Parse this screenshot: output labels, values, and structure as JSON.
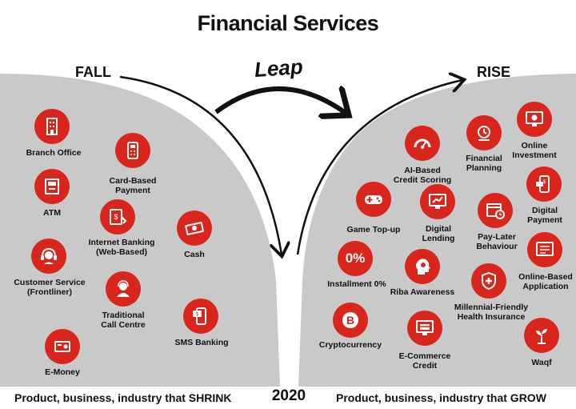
{
  "title": "Financial Services",
  "fall_label": "FALL",
  "rise_label": "RISE",
  "leap_label": "Leap",
  "year": "2020",
  "footer_left": "Product, business, industry that SHRINK",
  "footer_right": "Product,  business, industry that GROW",
  "accent_color": "#d9261c",
  "fall_items": [
    {
      "label": "Branch Office",
      "icon": "building-icon"
    },
    {
      "label": "Card-Based\nPayment",
      "icon": "card-reader-icon"
    },
    {
      "label": "ATM",
      "icon": "atm-icon"
    },
    {
      "label": "Internet Banking\n(Web-Based)",
      "icon": "web-banking-icon"
    },
    {
      "label": "Cash",
      "icon": "cash-icon"
    },
    {
      "label": "Customer Service\n(Frontliner)",
      "icon": "headset-icon"
    },
    {
      "label": "Traditional\nCall Centre",
      "icon": "call-agent-icon"
    },
    {
      "label": "SMS Banking",
      "icon": "sms-phone-icon"
    },
    {
      "label": "E-Money",
      "icon": "emoney-card-icon"
    }
  ],
  "rise_items": [
    {
      "label": "AI-Based\nCredit Scoring",
      "icon": "gauge-icon"
    },
    {
      "label": "Financial\nPlanning",
      "icon": "planning-icon"
    },
    {
      "label": "Online\nInvestment",
      "icon": "monitor-coin-icon"
    },
    {
      "label": "Game Top-up",
      "icon": "gamepad-icon"
    },
    {
      "label": "Digital\nLending",
      "icon": "lending-monitor-icon"
    },
    {
      "label": "Pay-Later\nBehaviour",
      "icon": "calendar-clock-icon"
    },
    {
      "label": "Digital\nPayment",
      "icon": "phone-payment-icon"
    },
    {
      "label": "Installment 0%",
      "icon": "zero-percent-icon",
      "text": "0%"
    },
    {
      "label": "Riba Awareness",
      "icon": "head-bulb-icon"
    },
    {
      "label": "Online-Based\nApplication",
      "icon": "online-form-icon"
    },
    {
      "label": "Millennial-Friendly\nHealth Insurance",
      "icon": "health-shield-icon"
    },
    {
      "label": "Cryptocurrency",
      "icon": "bitcoin-icon"
    },
    {
      "label": "E-Commerce\nCredit",
      "icon": "ecommerce-card-icon"
    },
    {
      "label": "Waqf",
      "icon": "plant-coin-icon"
    }
  ]
}
